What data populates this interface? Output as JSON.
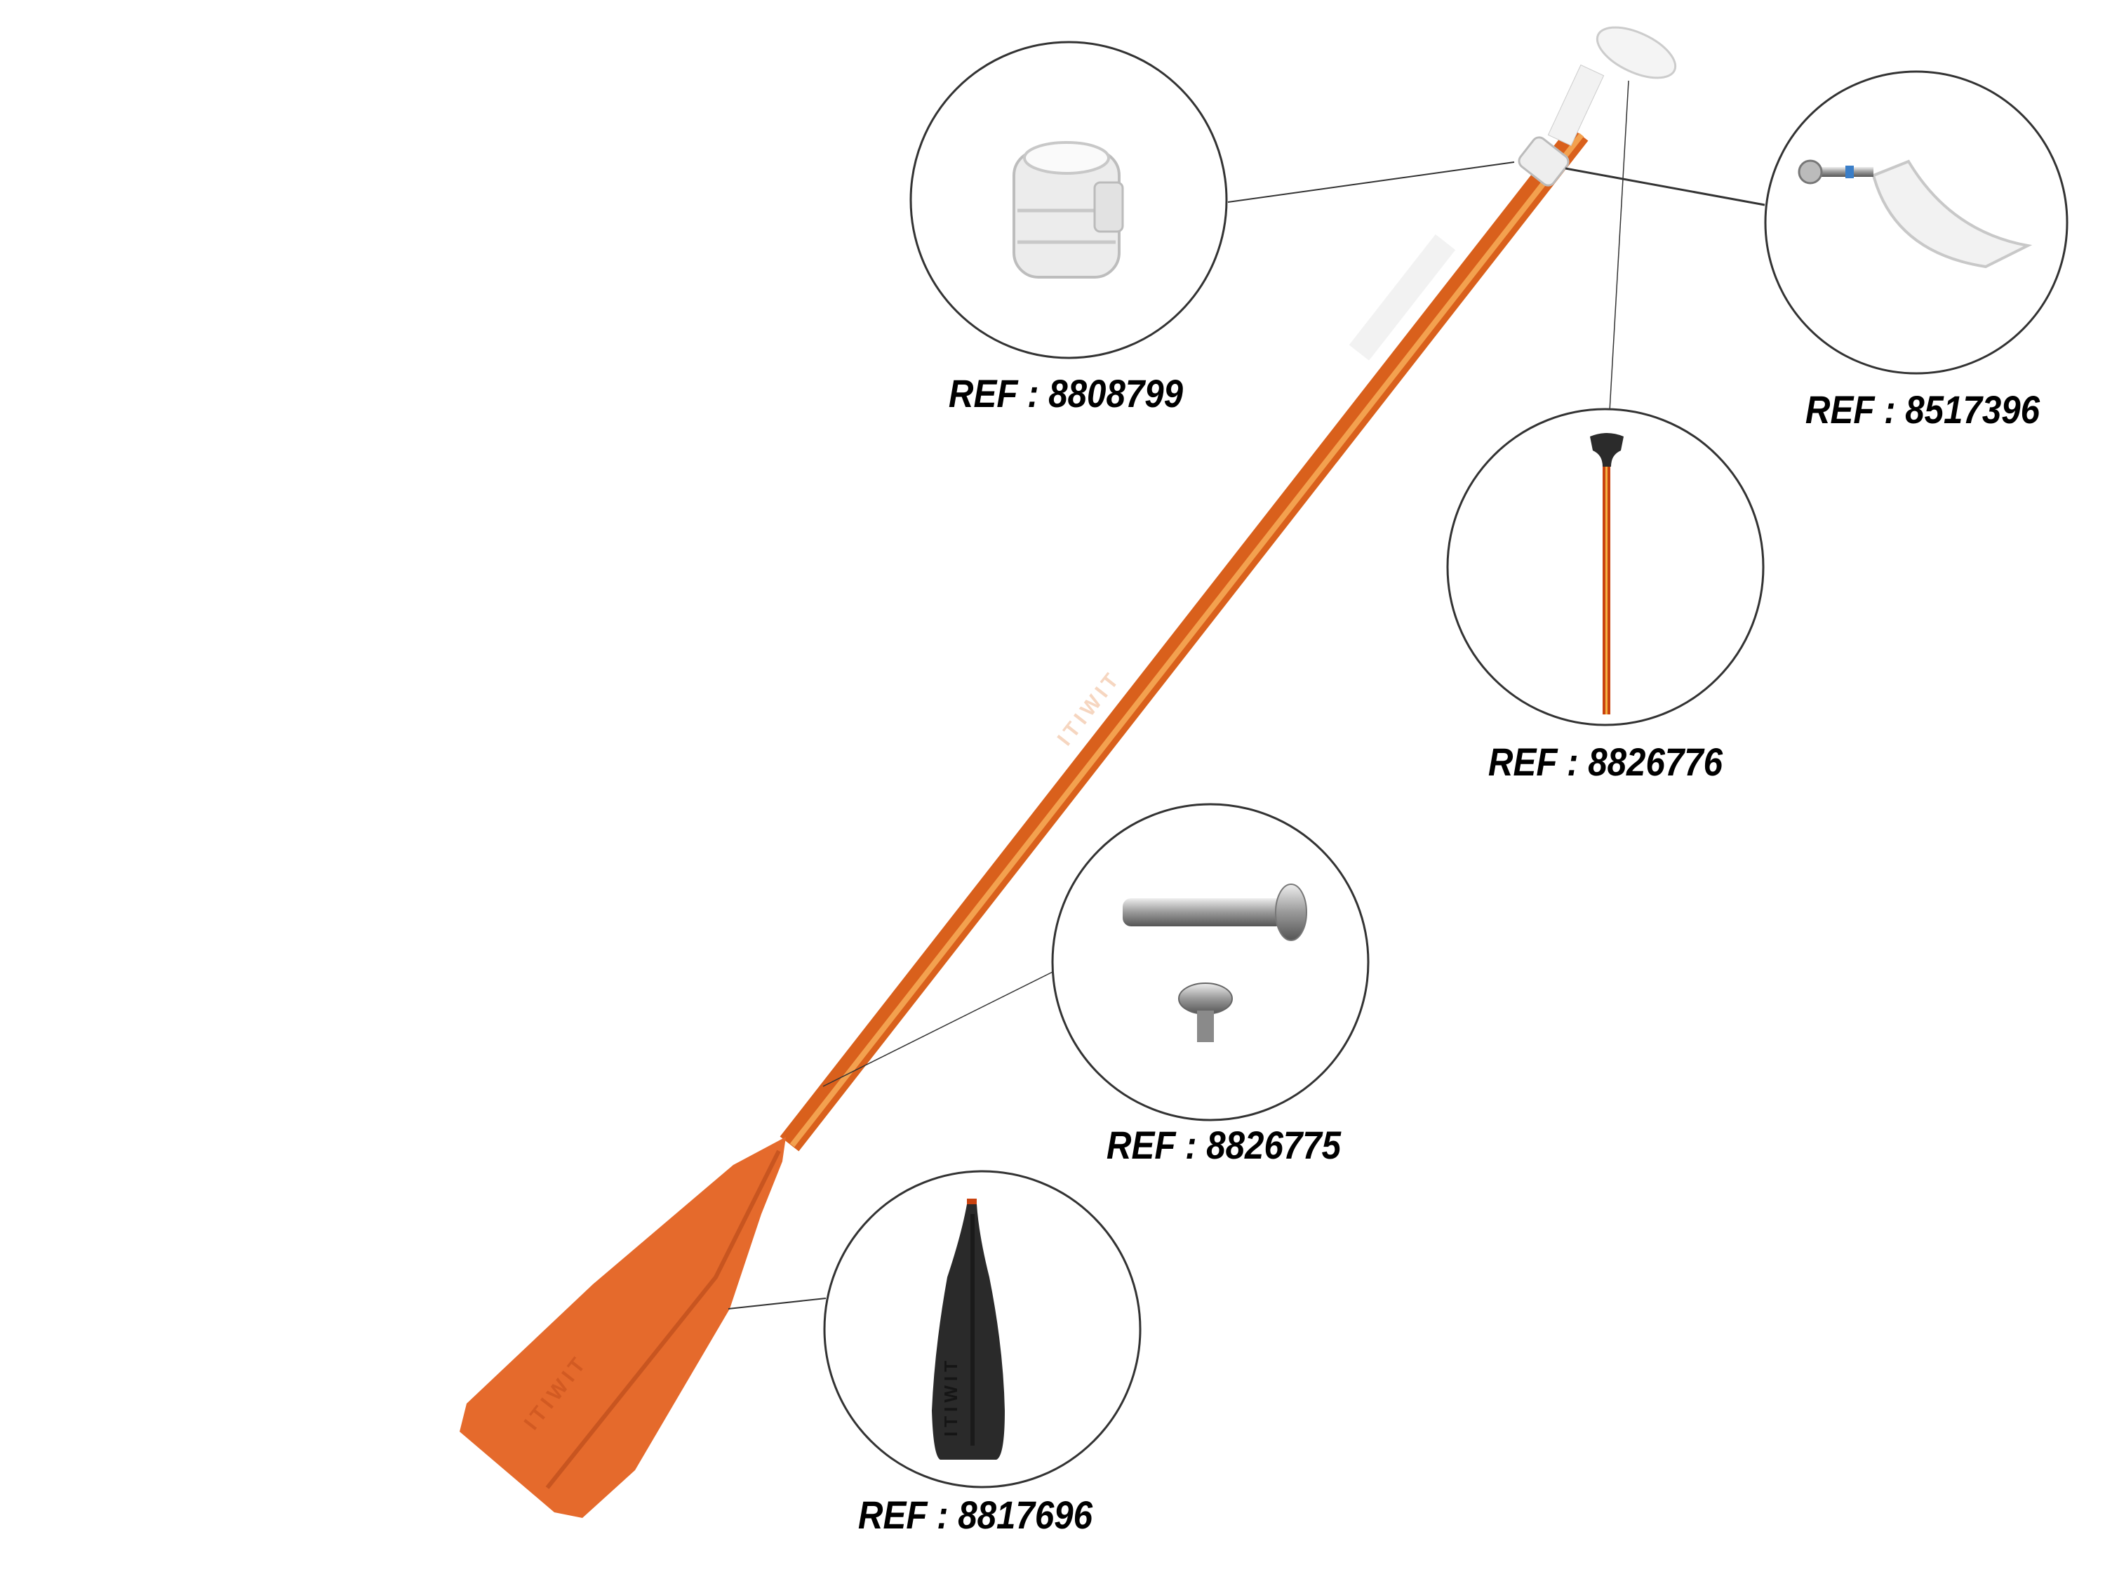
{
  "parts": [
    {
      "id": "collar-clamp",
      "label": "REF : 8808799"
    },
    {
      "id": "lever-clip",
      "label": "REF : 8517396"
    },
    {
      "id": "upper-shaft-handle",
      "label": "REF : 8826776"
    },
    {
      "id": "pin-and-screw",
      "label": "REF : 8826775"
    },
    {
      "id": "blade",
      "label": "REF : 8817696"
    }
  ],
  "brand_mark": "ITIWIT",
  "colors": {
    "shaft_orange": "#d9601c",
    "blade_orange": "#e56a2c",
    "blade_black": "#2a2a2a",
    "plastic_white": "#eeeeee",
    "outline": "#333333"
  }
}
